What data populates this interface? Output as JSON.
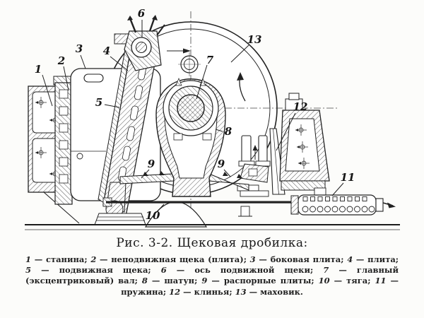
{
  "figure": {
    "title": "Рис. 3-2. Щековая дробилка:",
    "parts": [
      {
        "num": "1",
        "label": "станина"
      },
      {
        "num": "2",
        "label": "неподвижная щека (плита)"
      },
      {
        "num": "3",
        "label": "боковая плита"
      },
      {
        "num": "4",
        "label": "плита"
      },
      {
        "num": "5",
        "label": "подвижная щека"
      },
      {
        "num": "6",
        "label": "ось подвижной щеки"
      },
      {
        "num": "7",
        "label": "главный (эксцентриковый) вал"
      },
      {
        "num": "8",
        "label": "шатун"
      },
      {
        "num": "9",
        "label": "распорные плиты"
      },
      {
        "num": "10",
        "label": "тяга"
      },
      {
        "num": "11",
        "label": "пружина"
      },
      {
        "num": "12",
        "label": "клинья"
      },
      {
        "num": "13",
        "label": "маховик"
      }
    ]
  },
  "drawing": {
    "callouts": {
      "c1": "1",
      "c2": "2",
      "c3": "3",
      "c4": "4",
      "c5": "5",
      "c6": "6",
      "c7": "7",
      "c8": "8",
      "c9_left": "9",
      "c9_right": "9",
      "c10": "10",
      "c11": "11",
      "c12": "12",
      "c13": "13"
    }
  },
  "colors": {
    "ink": "#1f1f1f",
    "paper": "#fcfcfa"
  }
}
